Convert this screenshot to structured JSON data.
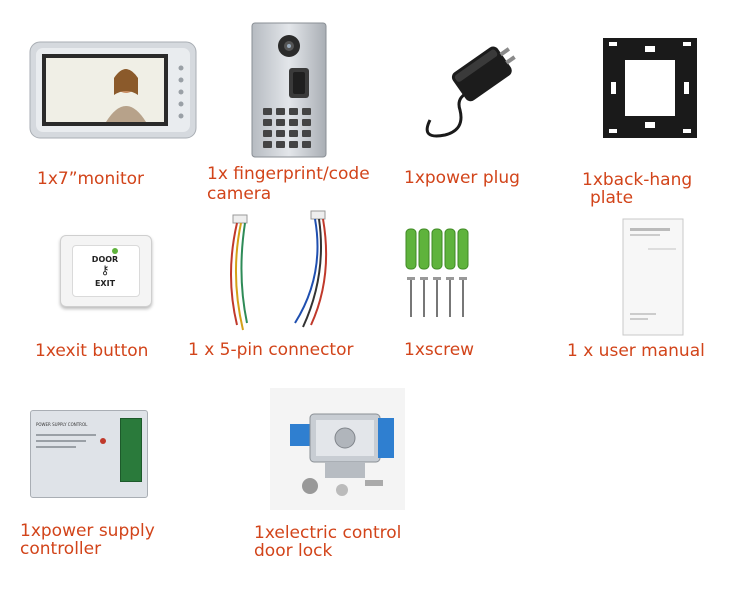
{
  "colors": {
    "label": "#d2441a",
    "silver": "#c7ccd2",
    "dark": "#1c1c1c",
    "green": "#5fb33c"
  },
  "items": [
    {
      "name": "monitor",
      "label": "1x7”monitor",
      "icon": "monitor-icon"
    },
    {
      "name": "camera",
      "label_line1": "1x fingerprint/code",
      "label_line2": "camera",
      "icon": "door-camera-icon"
    },
    {
      "name": "power-plug",
      "label": "1xpower plug",
      "icon": "power-adapter-icon"
    },
    {
      "name": "back-hang-plate",
      "label_line1": "1xback-hang",
      "label_line2": "plate",
      "icon": "mounting-plate-icon"
    },
    {
      "name": "exit-button",
      "label": "1xexit button",
      "icon": "exit-button-icon",
      "button_text_1": "DOOR",
      "button_text_2": "EXIT"
    },
    {
      "name": "connector",
      "label": "1 x 5-pin connector",
      "icon": "wire-connector-icon"
    },
    {
      "name": "screw",
      "label": "1xscrew",
      "icon": "screw-set-icon"
    },
    {
      "name": "user-manual",
      "label": "1 x user manual",
      "icon": "manual-icon"
    },
    {
      "name": "power-supply-controller",
      "label_line1": "1xpower supply",
      "label_line2": "controller",
      "icon": "power-supply-icon",
      "device_title": "POWER SUPPLY CONTROL"
    },
    {
      "name": "door-lock",
      "label_line1": "1xelectric control",
      "label_line2": "door lock",
      "icon": "electric-lock-icon"
    }
  ]
}
